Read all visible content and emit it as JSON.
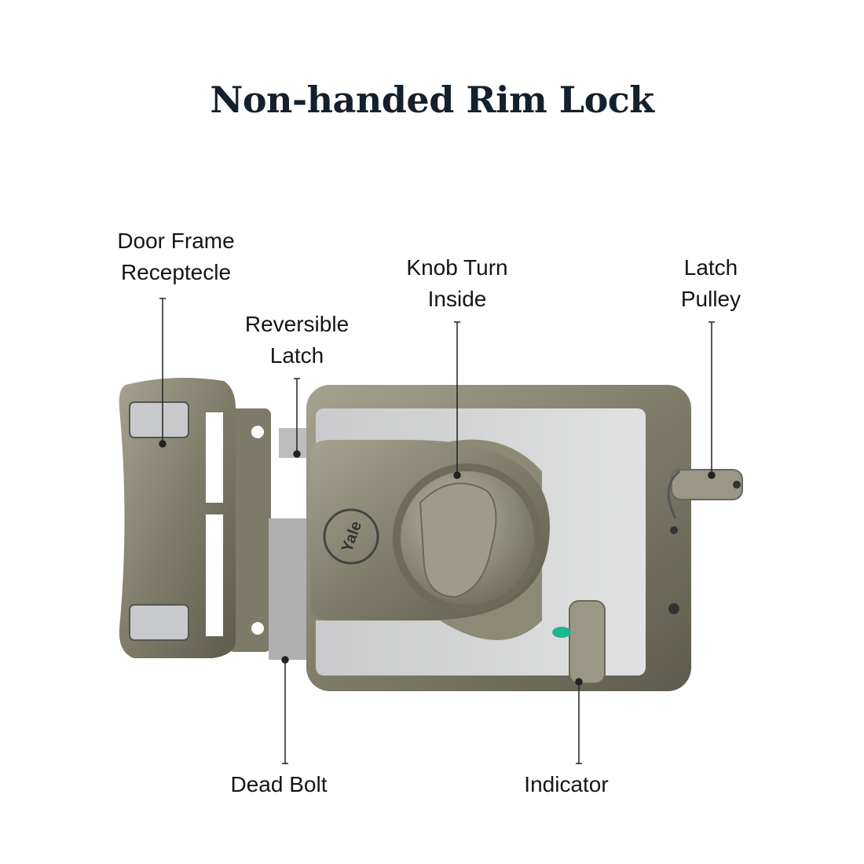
{
  "title": "Non-handed Rim Lock",
  "labels": {
    "door_frame": [
      "Door Frame",
      "Receptecle"
    ],
    "reversible_latch": [
      "Reversible",
      "Latch"
    ],
    "knob_turn": [
      "Knob Turn",
      "Inside"
    ],
    "latch_pulley": [
      "Latch",
      "Pulley"
    ],
    "dead_bolt": "Dead Bolt",
    "indicator": "Indicator"
  },
  "brand_logo": "Yale",
  "colors": {
    "metal": "#8a8672",
    "plate": "#d2d3d3",
    "indicator": "#1fb58f",
    "title": "#14202b"
  }
}
